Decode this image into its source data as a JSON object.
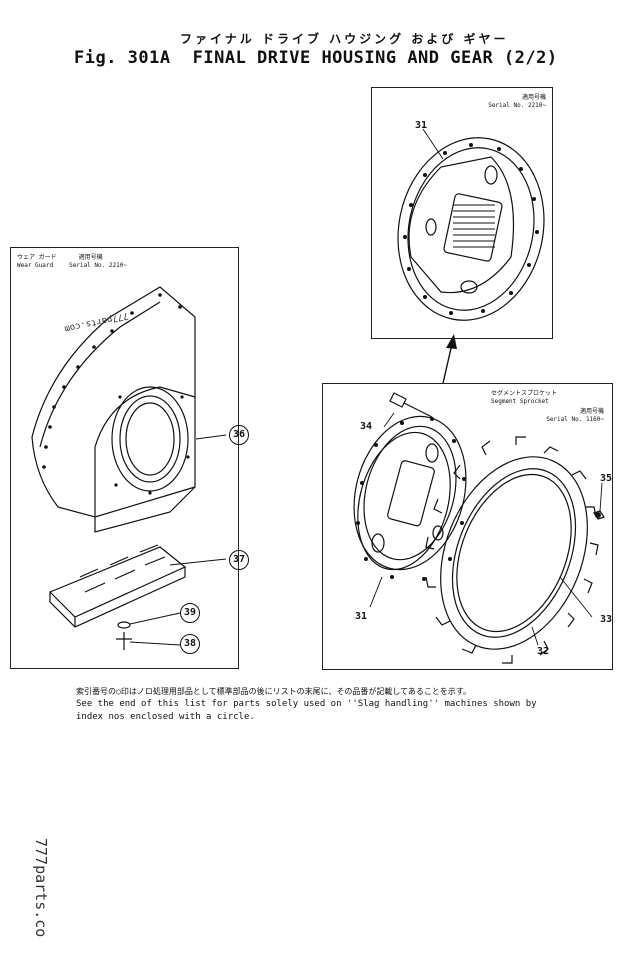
{
  "header": {
    "jp_title": "ファイナル ドライブ ハウジング および ギヤー",
    "fig_number": "Fig. 301A",
    "title": "FINAL DRIVE HOUSING AND GEAR (2/2)"
  },
  "panels": {
    "top": {
      "serial_jp": "適用号機",
      "serial": "Serial No. 2210~"
    },
    "left": {
      "name_jp": "ウェア ガード",
      "name": "Wear Guard",
      "serial_jp": "適用号機",
      "serial": "Serial No. 2210~"
    },
    "right": {
      "name_jp": "セグメントスプロケット",
      "name": "Segment Sprocket",
      "serial_jp": "適用号機",
      "serial": "Serial No. 1160~"
    }
  },
  "callouts": {
    "c31_top": "31",
    "c36": "36",
    "c37": "37",
    "c39": "39",
    "c38": "38",
    "c34": "34",
    "c35": "35",
    "c31_bottom": "31",
    "c33": "33",
    "c32": "32"
  },
  "notes": {
    "jp": "索引番号の○印はノロ処理用部品として標準部品の後にリストの末尾に、その品番が記載してあることを示す。",
    "en_line1": "See the end of this list for parts solely used on ''Slag handling'' machines shown by",
    "en_line2": "index nos enclosed with a circle."
  },
  "watermarks": {
    "inner": "777parts.com",
    "bottom": "777parts.co"
  }
}
